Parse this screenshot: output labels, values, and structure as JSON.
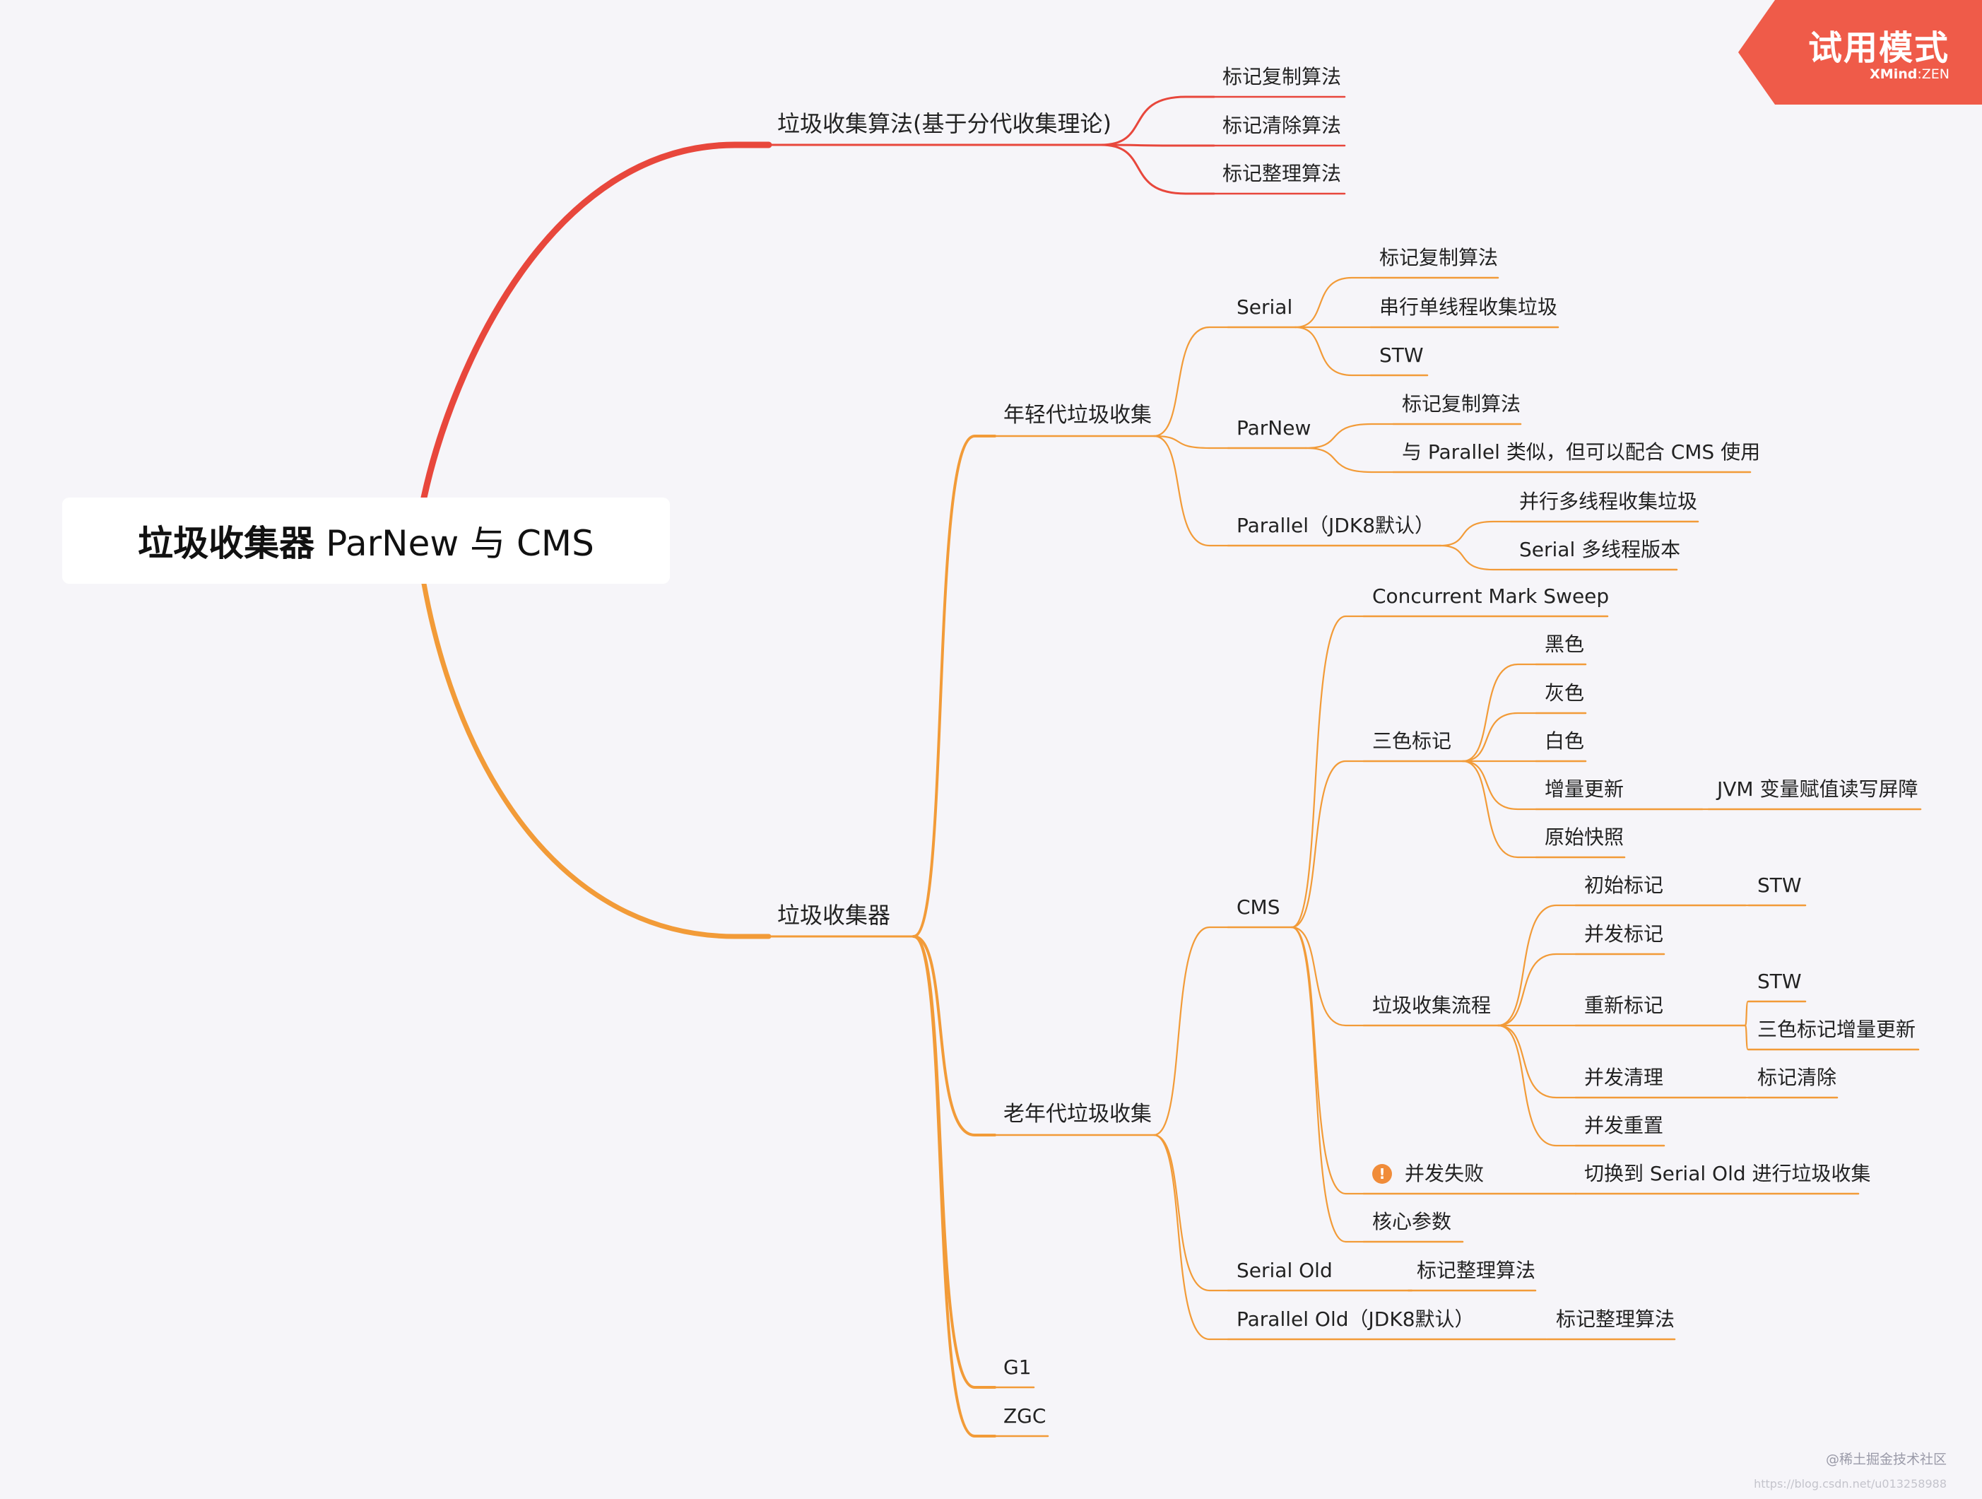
{
  "root": {
    "bold": "垃圾收集器",
    "rest": " ParNew 与 CMS"
  },
  "badge": {
    "title": "试用模式",
    "brand": "XMind",
    "sep": ":",
    "edition": "ZEN"
  },
  "watermark": {
    "community": "@稀土掘金技术社区",
    "url": "https://blog.csdn.net/u013258988"
  },
  "colors": {
    "red": "#e8473c",
    "orange": "#f29b38",
    "badge": "#ef5b49"
  },
  "nodes": {
    "alg": "垃圾收集算法(基于分代收集理论)",
    "alg_copy": "标记复制算法",
    "alg_sweep": "标记清除算法",
    "alg_compact": "标记整理算法",
    "collectors": "垃圾收集器",
    "young": "年轻代垃圾收集",
    "serial": "Serial",
    "serial_a": "标记复制算法",
    "serial_b": "串行单线程收集垃圾",
    "serial_c": "STW",
    "parnew": "ParNew",
    "parnew_a": "标记复制算法",
    "parnew_b": "与 Parallel 类似，但可以配合 CMS 使用",
    "parallel": "Parallel（JDK8默认）",
    "parallel_a": "并行多线程收集垃圾",
    "parallel_b": "Serial 多线程版本",
    "old": "老年代垃圾收集",
    "cms": "CMS",
    "cms_name": "Concurrent Mark Sweep",
    "tri": "三色标记",
    "black": "黑色",
    "grey": "灰色",
    "white": "白色",
    "incr": "增量更新",
    "incr_a": "JVM 变量赋值读写屏障",
    "snap": "原始快照",
    "flow": "垃圾收集流程",
    "init": "初始标记",
    "init_a": "STW",
    "conc": "并发标记",
    "remark": "重新标记",
    "remark_a": "STW",
    "remark_b": "三色标记增量更新",
    "cclean": "并发清理",
    "cclean_a": "标记清除",
    "creset": "并发重置",
    "fail": "并发失败",
    "fail_a": "切换到 Serial Old 进行垃圾收集",
    "core": "核心参数",
    "sold": "Serial Old",
    "sold_a": "标记整理算法",
    "pold": "Parallel Old（JDK8默认）",
    "pold_a": "标记整理算法",
    "g1": "G1",
    "zgc": "ZGC"
  }
}
